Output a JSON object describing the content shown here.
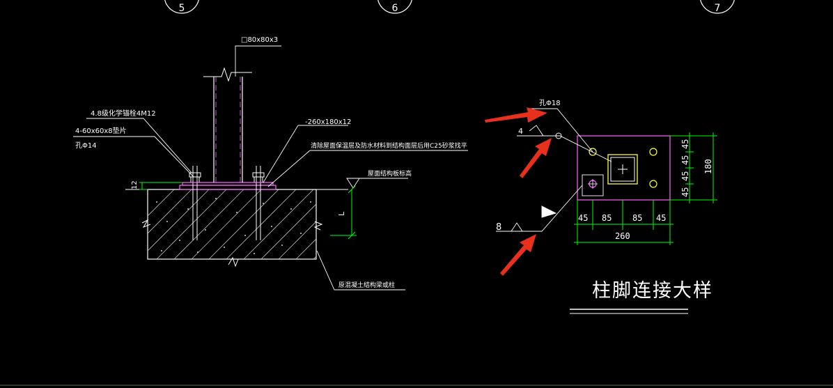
{
  "axis_markers": [
    "5",
    "6",
    "7"
  ],
  "left_section": {
    "column_spec": "□80x80x3",
    "anchor_bolt": "4.8级化学锚栓4M12",
    "washer": "4-60x60x8垫片",
    "washer_hole": "孔Φ14",
    "base_plate": "-260x180x12",
    "plate_note": "清除屋面保温层及防水材料到结构面层后用C25砂浆找平",
    "roof_elev": "屋面结构板标高",
    "slab_note": "原混凝土结构梁或柱",
    "dim_12": "12",
    "dim_L": "L"
  },
  "right_section": {
    "hole_label": "孔Φ18",
    "weld_4": "4",
    "weld_8": "8",
    "dims_right": [
      "45",
      "45",
      "45",
      "45"
    ],
    "dim_180": "180",
    "dims_bottom": [
      "45",
      "85",
      "85",
      "45"
    ],
    "dim_260": "260",
    "title": "柱脚连接大样"
  },
  "colors": {
    "line_white": "#ffffff",
    "plate_magenta": "#ff66ff",
    "column_yellow": "#ffff44",
    "dim_green": "#00ff00",
    "arrow_red": "#e8301c",
    "hatch_gray": "#bdbdbd"
  }
}
